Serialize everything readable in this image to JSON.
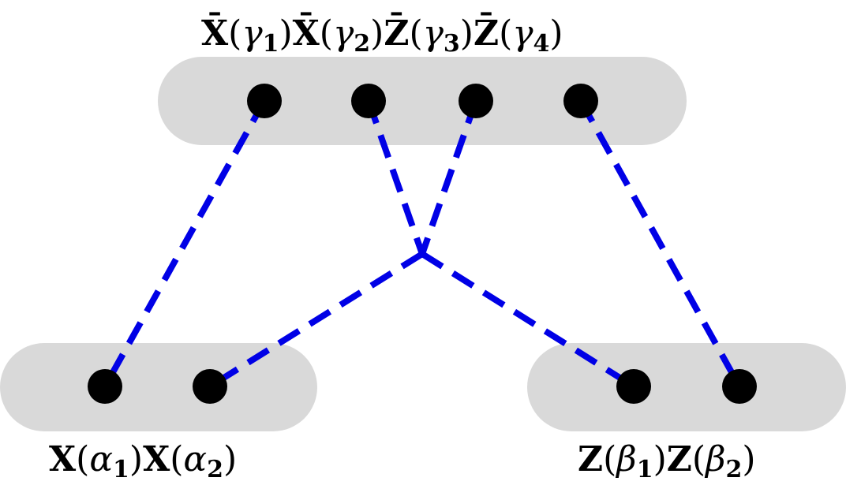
{
  "diagram": {
    "colors": {
      "group_fill": "#d9d9d9",
      "node_fill": "#000000",
      "edge_stroke": "#0000e6"
    },
    "labels": {
      "top": {
        "bar_x": "X̄",
        "bar_z": "Z̄",
        "g1": "γ",
        "g2": "γ",
        "g3": "γ",
        "g4": "γ",
        "s1": "1",
        "s2": "2",
        "s3": "3",
        "s4": "4",
        "lp": "(",
        "rp": ")"
      },
      "bottom_left": {
        "x": "X",
        "a": "α",
        "s1": "1",
        "s2": "2",
        "lp": "(",
        "rp": ")"
      },
      "bottom_right": {
        "z": "Z",
        "b": "β",
        "s1": "1",
        "s2": "2",
        "lp": "(",
        "rp": ")"
      }
    }
  }
}
